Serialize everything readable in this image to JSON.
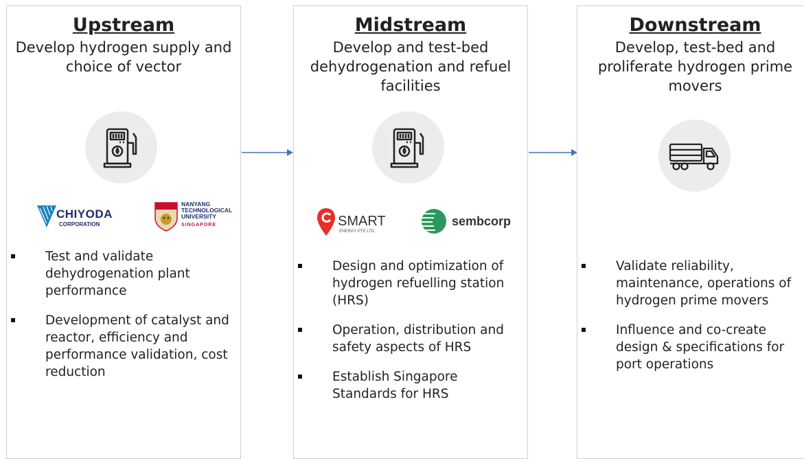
{
  "upstream": {
    "title": "Upstream",
    "subtitle": "Develop hydrogen supply and choice of vector",
    "logos": {
      "chiyoda_name": "CHIYODA",
      "chiyoda_sub": "CORPORATION",
      "ntu_line1": "NANYANG",
      "ntu_line2": "TECHNOLOGICAL",
      "ntu_line3": "UNIVERSITY",
      "ntu_line4": "SINGAPORE"
    },
    "bullets": [
      "Test and validate dehydrogenation plant performance",
      "Development of catalyst and reactor, efficiency and performance validation, cost reduction"
    ]
  },
  "midstream": {
    "title": "Midstream",
    "subtitle": "Develop and test-bed dehydrogenation and refuel facilities",
    "logos": {
      "smart_name": "SMART",
      "smart_sub": "ENERGY PTE LTD",
      "sembcorp_name": "sembcorp"
    },
    "bullets": [
      "Design and optimization of hydrogen refuelling station (HRS)",
      "Operation, distribution and safety aspects of HRS",
      "Establish Singapore Standards for HRS"
    ]
  },
  "downstream": {
    "title": "Downstream",
    "subtitle": "Develop, test-bed and proliferate hydrogen prime movers",
    "bullets": [
      "Validate reliability, maintenance, operations of hydrogen prime movers",
      "Influence and co-create design & specifications for port operations"
    ]
  },
  "colors": {
    "arrow": "#4472c4",
    "chiyoda_blue": "#1a7fc1",
    "smart_red": "#e4312b",
    "sembcorp_green": "#2a9a5c",
    "ntu_red": "#c8102e"
  },
  "icons": {
    "upstream": "fuel-pump-icon",
    "midstream": "fuel-pump-icon",
    "downstream": "truck-icon"
  }
}
